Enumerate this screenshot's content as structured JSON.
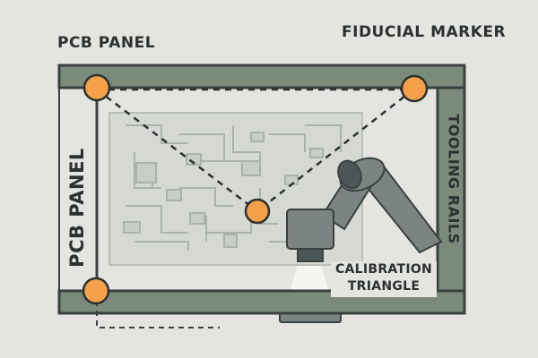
{
  "labels": {
    "pcb_panel_top": "PCB PANEL",
    "fiducial_marker": "FIDUCIAL MARKER",
    "pcb_panel_side": "PCB PANEL",
    "tooling_rails": "TOOLING RAILS",
    "calibration_line1": "CALIBRATION",
    "calibration_line2": "TRIANGLE"
  },
  "colors": {
    "background": "#e4e5e1",
    "frame": "#7a8a7b",
    "outline": "#3a4040",
    "fiducial": "#f5a04a",
    "board": "#d6d9d3",
    "traces": "#a9b3aa",
    "robot": "#7b8483",
    "robot_dark": "#4d5656"
  },
  "icons": [
    "fiducial-dot-icon",
    "robot-arm-icon",
    "camera-icon",
    "light-beam-icon"
  ]
}
